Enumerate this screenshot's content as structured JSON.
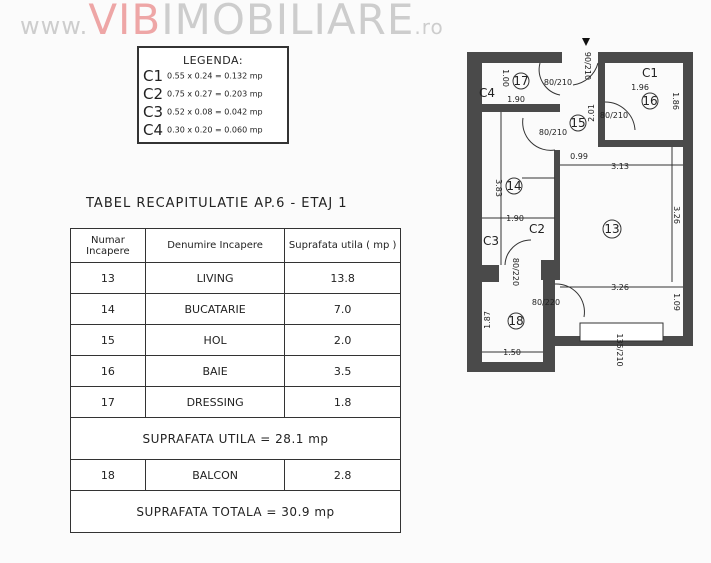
{
  "legend": {
    "title": "LEGENDA:",
    "items": [
      {
        "code": "C1",
        "formula": "0.55 x 0.24 = 0.132 mp"
      },
      {
        "code": "C2",
        "formula": "0.75 x 0.27 = 0.203 mp"
      },
      {
        "code": "C3",
        "formula": "0.52 x 0.08 = 0.042 mp"
      },
      {
        "code": "C4",
        "formula": "0.30 x 0.20 = 0.060 mp"
      }
    ]
  },
  "table": {
    "title": "TABEL RECAPITULATIE AP.6 - ETAJ 1",
    "headers": [
      "Numar Incapere",
      "Denumire Incapere",
      "Suprafata utila ( mp )"
    ],
    "rows": [
      {
        "nr": "13",
        "name": "LIVING",
        "area": "13.8"
      },
      {
        "nr": "14",
        "name": "BUCATARIE",
        "area": "7.0"
      },
      {
        "nr": "15",
        "name": "HOL",
        "area": "2.0"
      },
      {
        "nr": "16",
        "name": "BAIE",
        "area": "3.5"
      },
      {
        "nr": "17",
        "name": "DRESSING",
        "area": "1.8"
      }
    ],
    "total_util": "SUPRAFATA UTILA = 28.1 mp",
    "balcony": {
      "nr": "18",
      "name": "BALCON",
      "area": "2.8"
    },
    "total": "SUPRAFATA TOTALA = 30.9 mp"
  },
  "watermark": {
    "prefix": "www.",
    "brand_red": "VIB",
    "brand": "IMOBILIARE",
    "suffix": ".ro"
  },
  "plan": {
    "rooms": [
      "13",
      "14",
      "15",
      "16",
      "17",
      "18"
    ],
    "closets": [
      "C1",
      "C2",
      "C3",
      "C4"
    ],
    "dims": {
      "d190a": "1.90",
      "d100": "1.00",
      "d196": "1.96",
      "d186": "1.86",
      "d201": "2.01",
      "d099": "0.99",
      "d313": "3.13",
      "d383": "3.83",
      "d326v": "3.26",
      "d190b": "1.90",
      "d326h": "3.26",
      "d109": "1.09",
      "d187": "1.87",
      "d150": "1.50"
    },
    "doors": {
      "entry": "90/210",
      "dressing": "80/210",
      "bath": "80/210",
      "hall": "80/210",
      "kitchen": "80/220",
      "balcony": "80/220",
      "window": "135/210"
    }
  }
}
